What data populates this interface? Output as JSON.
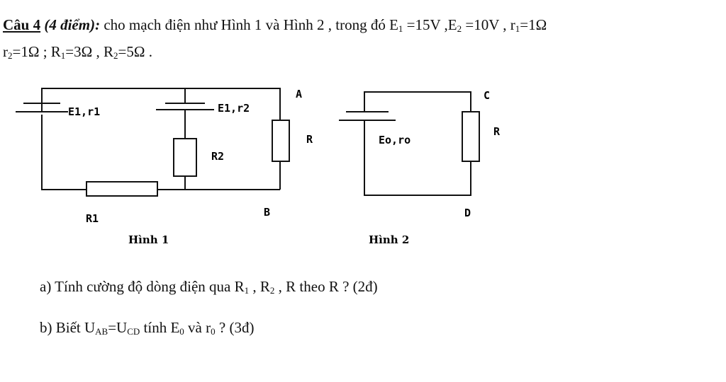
{
  "problem": {
    "label": "Câu 4",
    "points": "(4 điểm):",
    "intro": " cho mạch điện như Hình 1 và Hình 2 , trong đó E",
    "e1_sub": "1",
    "e1_val": " =15V ,E",
    "e2_sub": "2",
    "e2_val": " =10V , r",
    "r1_sub": "1",
    "r1_val": "=1Ω",
    "r2_pre": "r",
    "r2_sub": "2",
    "r2_val": "=1Ω  ; R",
    "R1_sub": "1",
    "R1_val": "=3Ω  , R",
    "R2_sub": "2",
    "R2_val": "=5Ω ."
  },
  "figure1": {
    "label_e1r1": "E1,r1",
    "label_e1r2": "E1,r2",
    "label_r2": "R2",
    "label_r": "R",
    "label_r1": "R1",
    "node_a": "A",
    "node_b": "B",
    "caption": "Hình 1"
  },
  "figure2": {
    "label_source": "Eo,ro",
    "label_r": "R",
    "node_c": "C",
    "node_d": "D",
    "caption": "Hình 2"
  },
  "questions": {
    "a_text": "a) Tính cường độ dòng điện qua R",
    "a_sub1": "1",
    "a_mid1": " , R",
    "a_sub2": "2",
    "a_end": " , R theo R ? (2đ)",
    "b_text": "b) Biết U",
    "b_sub1": "AB",
    "b_mid": "=U",
    "b_sub2": "CD",
    "b_mid2": " tính E",
    "b_sub3": "0",
    "b_mid3": " và r",
    "b_sub4": "0",
    "b_end": " ? (3đ)"
  }
}
